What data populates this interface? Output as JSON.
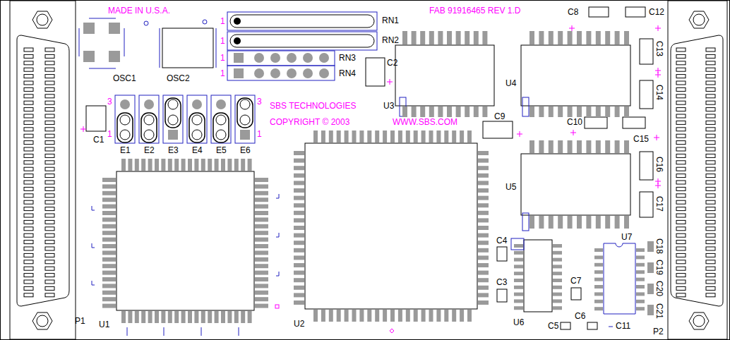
{
  "diagram": {
    "labels": [
      "MADE IN U.S.A.",
      "FAB 91916465 REV 1.D",
      "RN1",
      "RN2",
      "RN3",
      "RN4",
      "1",
      "1",
      "1",
      "1",
      "OSC1",
      "OSC2",
      "C2",
      "3",
      "1",
      "3",
      "1",
      "C1",
      "E1",
      "E2",
      "E3",
      "E4",
      "E5",
      "E6",
      "SBS TECHNOLOGIES",
      "COPYRIGHT © 2003",
      "WWW.SBS.COM",
      "U3",
      "U4",
      "C8",
      "C12",
      "C13",
      "C14",
      "C9",
      "C10",
      "C15",
      "C16",
      "C17",
      "U5",
      "C4",
      "C3",
      "C7",
      "U6",
      "C5",
      "C6",
      "C11",
      "U7",
      "C18",
      "C19",
      "C20",
      "C21",
      "P2",
      "P1",
      "U1",
      "U2"
    ]
  }
}
